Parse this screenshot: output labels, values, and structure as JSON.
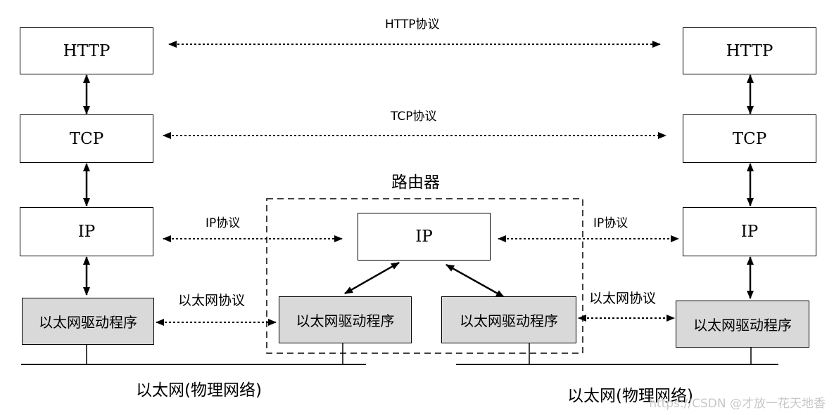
{
  "left_stack": {
    "http": "HTTP",
    "tcp": "TCP",
    "ip": "IP",
    "eth_driver": "以太网驱动程序"
  },
  "right_stack": {
    "http": "HTTP",
    "tcp": "TCP",
    "ip": "IP",
    "eth_driver": "以太网驱动程序"
  },
  "router": {
    "title": "路由器",
    "ip": "IP",
    "eth_driver_left": "以太网驱动程序",
    "eth_driver_right": "以太网驱动程序"
  },
  "protocols": {
    "http": "HTTP协议",
    "tcp": "TCP协议",
    "ip_left": "IP协议",
    "ip_right": "IP协议",
    "eth_left": "以太网协议",
    "eth_right": "以太网协议"
  },
  "networks": {
    "left": "以太网(物理网络)",
    "right": "以太网(物理网络)"
  },
  "watermark": "https://CSDN @才放一花天地香"
}
